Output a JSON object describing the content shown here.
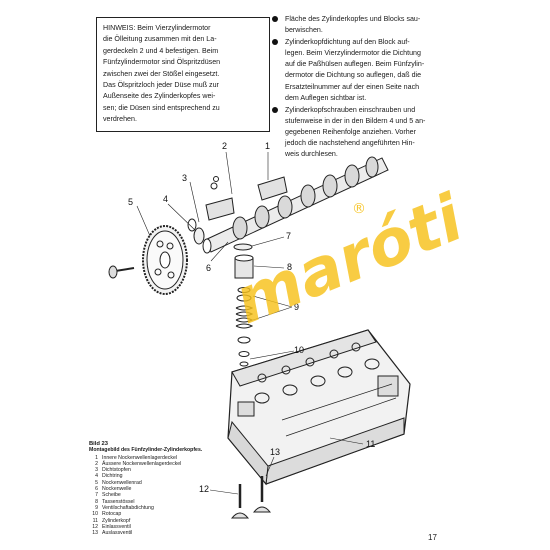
{
  "note": {
    "label": "HINWEIS:",
    "lines": [
      " Beim Vierzylindermotor",
      "die Ölleitung zusammen mit den La-",
      "gerdeckeln 2 und 4 befestigen. Beim",
      "Fünfzylindermotor sind Ölspritzdüsen",
      "zwischen zwei der Stößel eingesetzt.",
      "Das Ölspritzloch jeder Düse muß zur",
      "Außenseite des Zylinderkopfes wei-",
      "sen; die Düsen sind entsprechend zu",
      "verdrehen."
    ]
  },
  "instructions": [
    {
      "lines": [
        "Fläche des Zylinderkopfes und Blocks sau-",
        "berwischen."
      ]
    },
    {
      "lines": [
        "Zylinderkopfdichtung auf den Block auf-",
        "legen. Beim Vierzylindermotor die Dichtung",
        "auf die Paßhülsen auflegen. Beim Fünfzylin-",
        "dermotor die Dichtung so auflegen, daß die",
        "Ersatzteilnummer auf der einen Seite nach",
        "dem Auflegen sichtbar ist."
      ]
    },
    {
      "lines": [
        "Zylinderkopfschrauben einschrauben und",
        "stufenweise in der in den Bildern 4 und 5 an-",
        "gegebenen Reihenfolge anziehen. Vorher",
        "jedoch die nachstehend angeführten Hin-",
        "weis durchlesen."
      ]
    }
  ],
  "callouts": [
    "1",
    "2",
    "3",
    "4",
    "5",
    "6",
    "7",
    "8",
    "9",
    "10",
    "11",
    "12",
    "13"
  ],
  "caption": {
    "title": "Bild 23",
    "subtitle": "Montagebild des Fünfzylinder-Zylinderkopfes.",
    "legend": [
      {
        "n": "1",
        "text": "Innere Nockenwellenlagerdeckel"
      },
      {
        "n": "2",
        "text": "Äussere Nockenwellenlagerdeckel"
      },
      {
        "n": "3",
        "text": "Dichtstopfen"
      },
      {
        "n": "4",
        "text": "Dichtring"
      },
      {
        "n": "5",
        "text": "Nockenwellenrad"
      },
      {
        "n": "6",
        "text": "Nockenwelle"
      },
      {
        "n": "7",
        "text": "Scheibe"
      },
      {
        "n": "8",
        "text": "Tassenstössel"
      },
      {
        "n": "9",
        "text": "Ventilschaftabdichtung"
      },
      {
        "n": "10",
        "text": "Rotocap"
      },
      {
        "n": "11",
        "text": "Zylinderkopf"
      },
      {
        "n": "12",
        "text": "Einlassventil"
      },
      {
        "n": "13",
        "text": "Auslassventil"
      }
    ]
  },
  "watermark": {
    "text": "maróti",
    "mark": "®"
  },
  "page_number": "17",
  "colors": {
    "watermark": "#f7c21a",
    "ink": "#1a1a1a"
  }
}
